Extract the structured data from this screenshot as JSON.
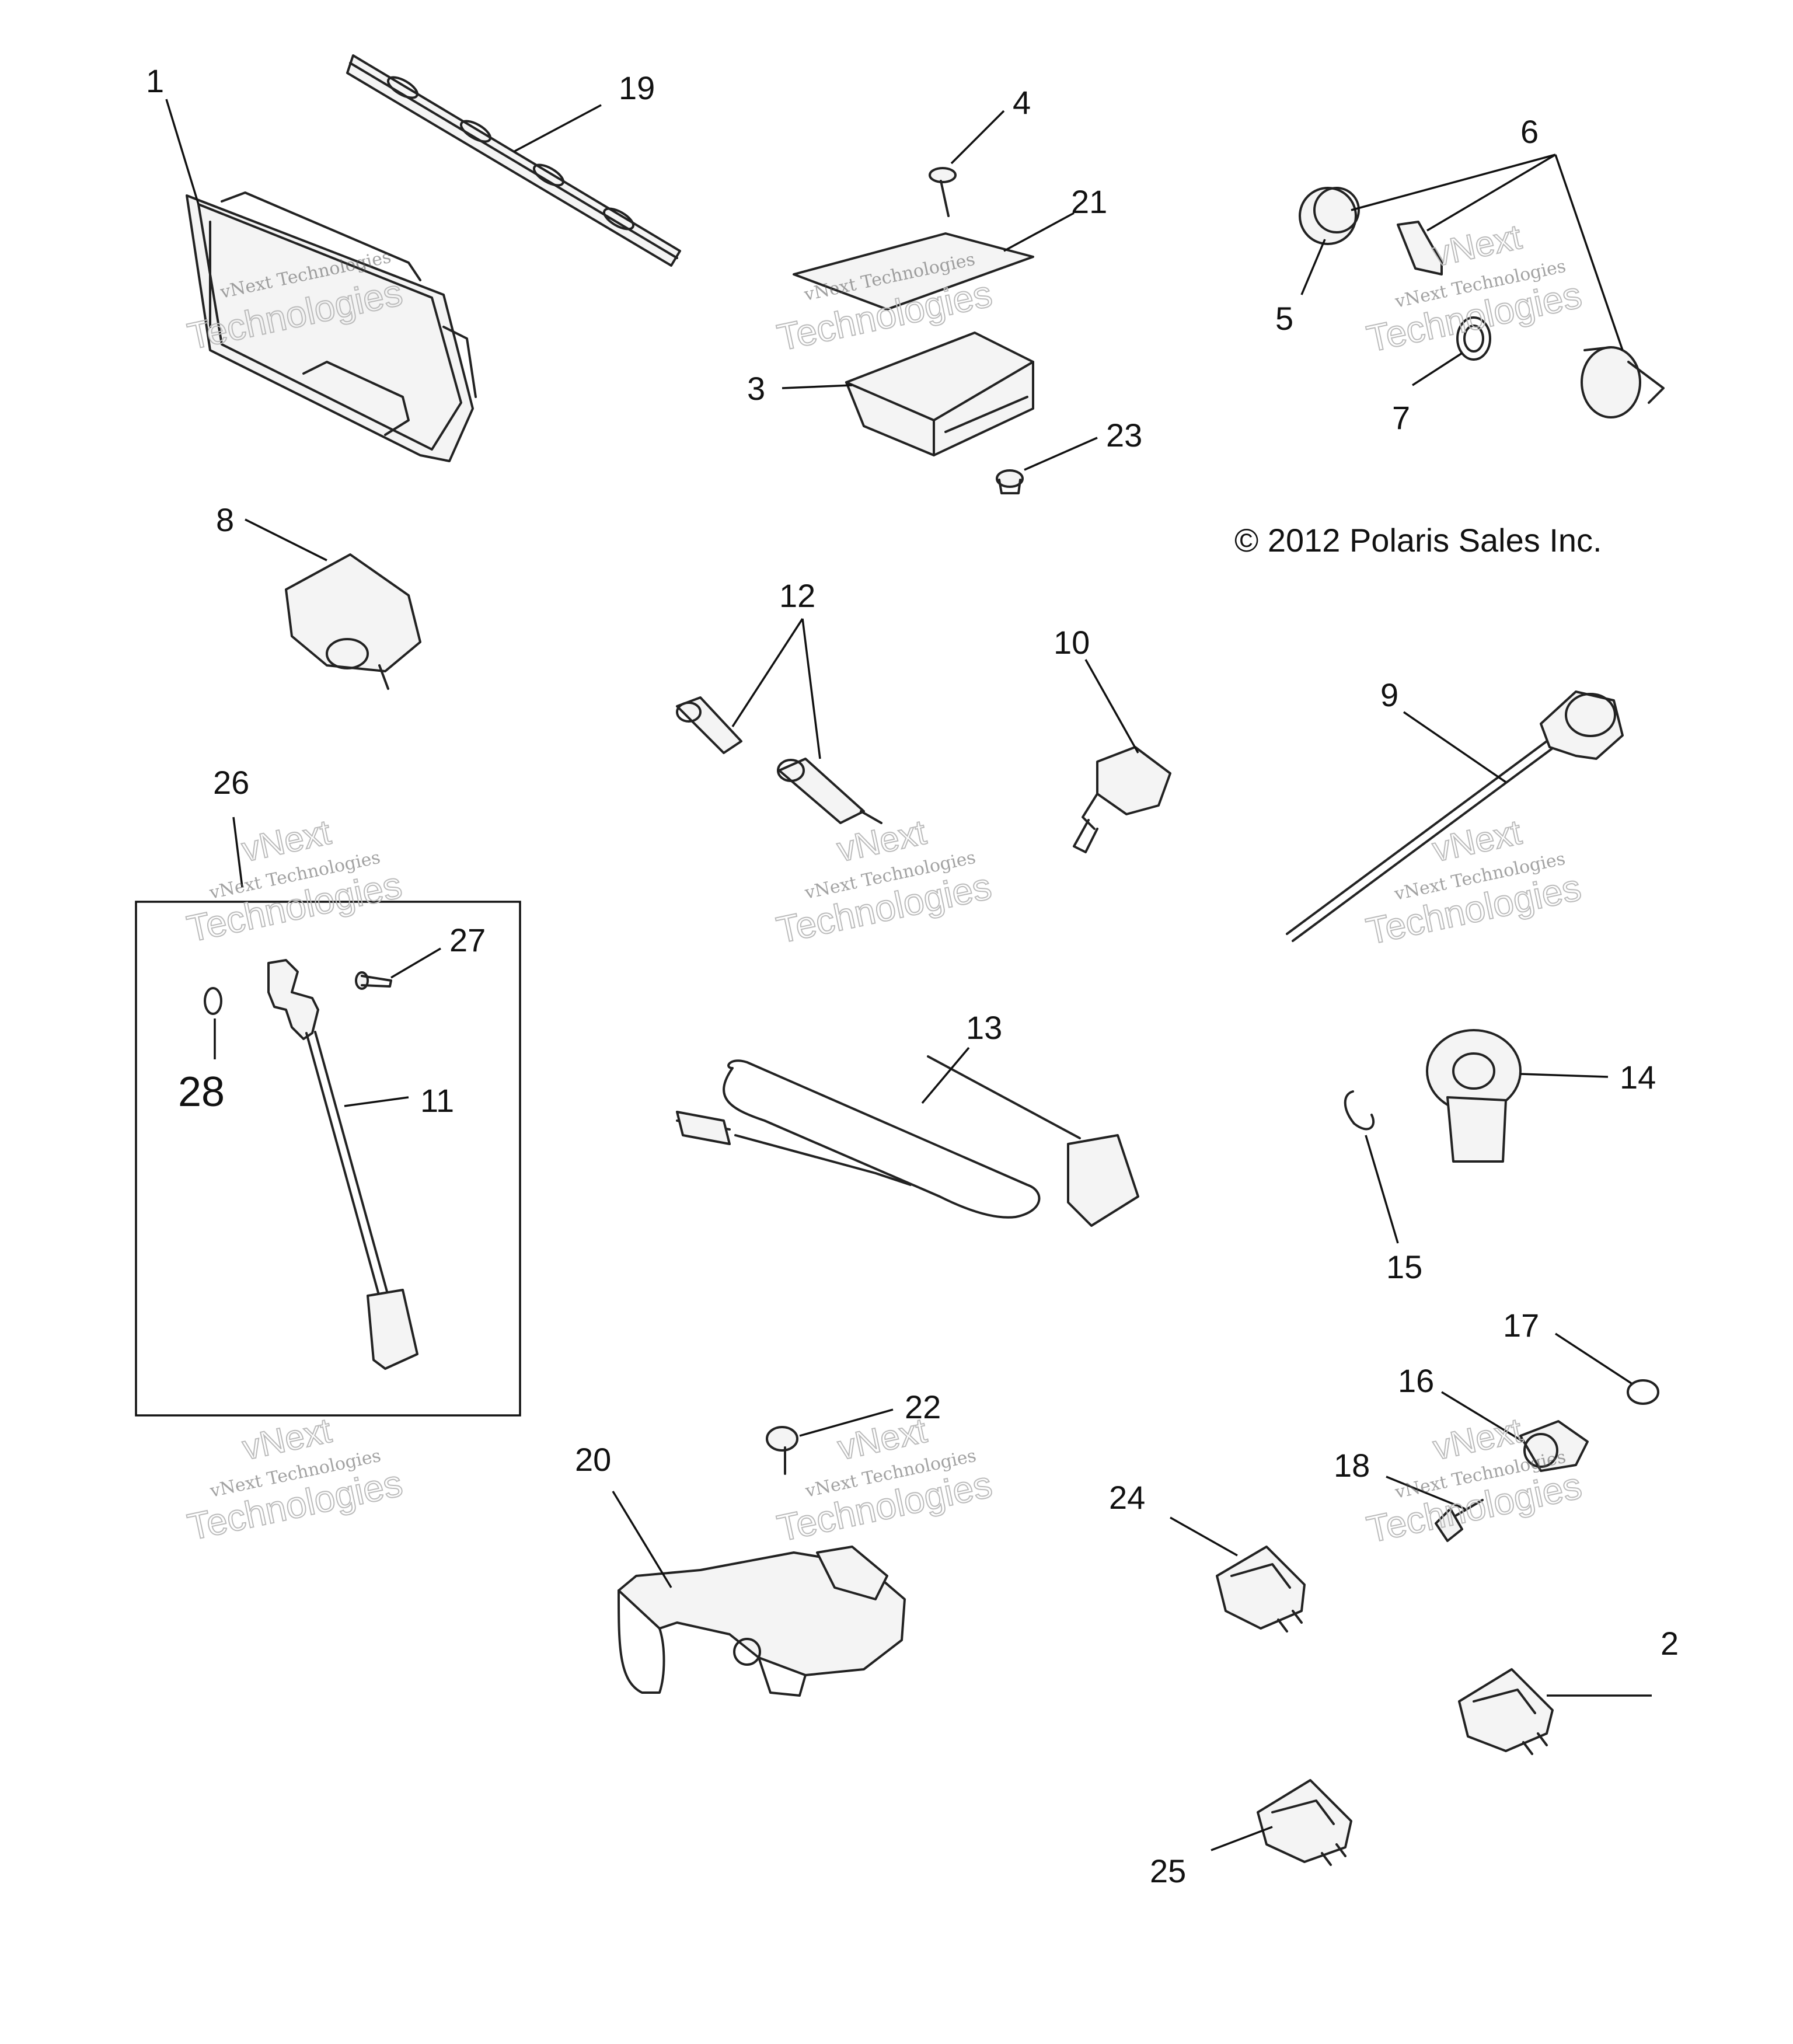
{
  "copyright": "© 2012 Polaris Sales Inc.",
  "watermark": {
    "line1": "vNext Technologies",
    "line2": "Technologies",
    "line3": "vNext"
  },
  "callouts": {
    "c1": "1",
    "c2": "2",
    "c3": "3",
    "c4": "4",
    "c5": "5",
    "c6": "6",
    "c7": "7",
    "c8": "8",
    "c9": "9",
    "c10": "10",
    "c11": "11",
    "c12": "12",
    "c13": "13",
    "c14": "14",
    "c15": "15",
    "c16": "16",
    "c17": "17",
    "c18": "18",
    "c19": "19",
    "c20": "20",
    "c21": "21",
    "c22": "22",
    "c23": "23",
    "c24": "24",
    "c25": "25",
    "c26": "26",
    "c27": "27",
    "c28": "28"
  }
}
